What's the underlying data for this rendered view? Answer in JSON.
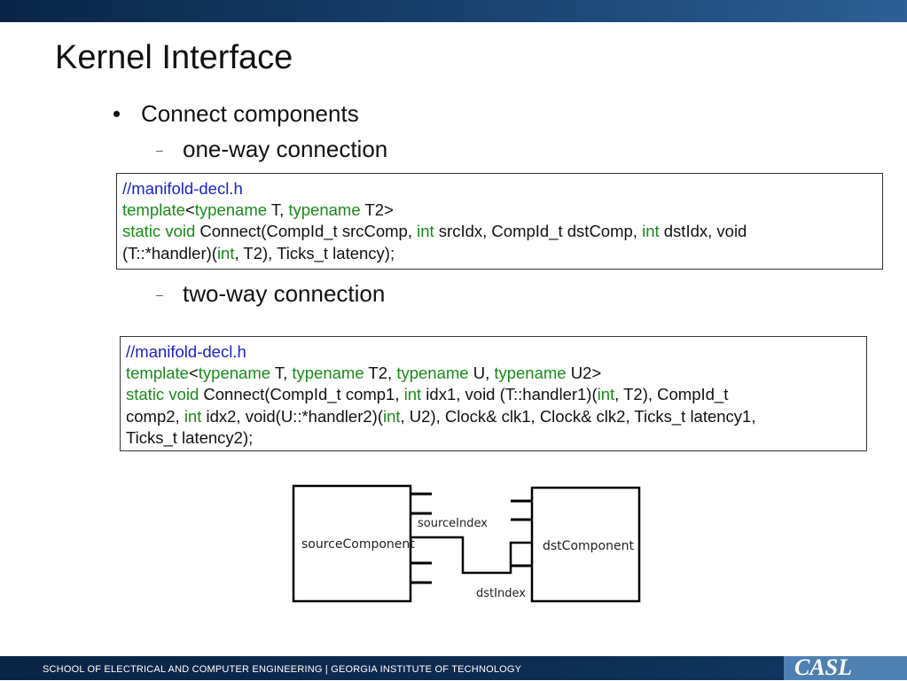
{
  "slide": {
    "title": "Kernel Interface",
    "bullet": "Connect components",
    "sub1": "one-way connection",
    "sub2": "two-way connection"
  },
  "code1": {
    "comment": "//manifold-decl.h",
    "l2_kw1": "template",
    "l2_t1": "<",
    "l2_kw2": "typename",
    "l2_t2": " T, ",
    "l2_kw3": "typename",
    "l2_t3": " T2>",
    "l3_kw1": "static void",
    "l3_t1": " Connect(CompId_t srcComp, ",
    "l3_kw2": "int",
    "l3_t2": " srcIdx, CompId_t dstComp, ",
    "l3_kw3": "int",
    "l3_t3": " dstIdx, void",
    "l4_t1": "(T::*handler)(",
    "l4_kw1": "int",
    "l4_t2": ", T2), Ticks_t latency);"
  },
  "code2": {
    "comment": "//manifold-decl.h",
    "l2_kw1": "template",
    "l2_t1": "<",
    "l2_kw2": "typename",
    "l2_t2": " T, ",
    "l2_kw3": "typename",
    "l2_t3": " T2, ",
    "l2_kw4": "typename",
    "l2_t4": " U, ",
    "l2_kw5": "typename",
    "l2_t5": " U2>",
    "l3_kw1": "static void",
    "l3_t1": " Connect(CompId_t comp1, ",
    "l3_kw2": "int",
    "l3_t2": " idx1, void (T::handler1)(",
    "l3_kw3": "int",
    "l3_t3": ", T2), CompId_t",
    "l4_t1": "comp2, ",
    "l4_kw1": "int",
    "l4_t2": " idx2, void(U::*handler2)(",
    "l4_kw2": "int",
    "l4_t3": ", U2), Clock& clk1, Clock& clk2, Ticks_t latency1,",
    "l5_t1": "Ticks_t latency2);"
  },
  "diagram": {
    "source_label": "sourceComponent",
    "dst_label": "dstComponent",
    "source_index_label": "sourceIndex",
    "dst_index_label": "dstIndex"
  },
  "footer": {
    "text": "SCHOOL OF ELECTRICAL AND COMPUTER ENGINEERING | GEORGIA INSTITUTE OF TECHNOLOGY",
    "logo": "CASL"
  },
  "colors": {
    "comment": "#1a22cc",
    "keyword": "#1a8a1a",
    "header_bar": "#163d69",
    "footer_bar": "#0e2c50",
    "logo_bg": "#4f80b2"
  }
}
